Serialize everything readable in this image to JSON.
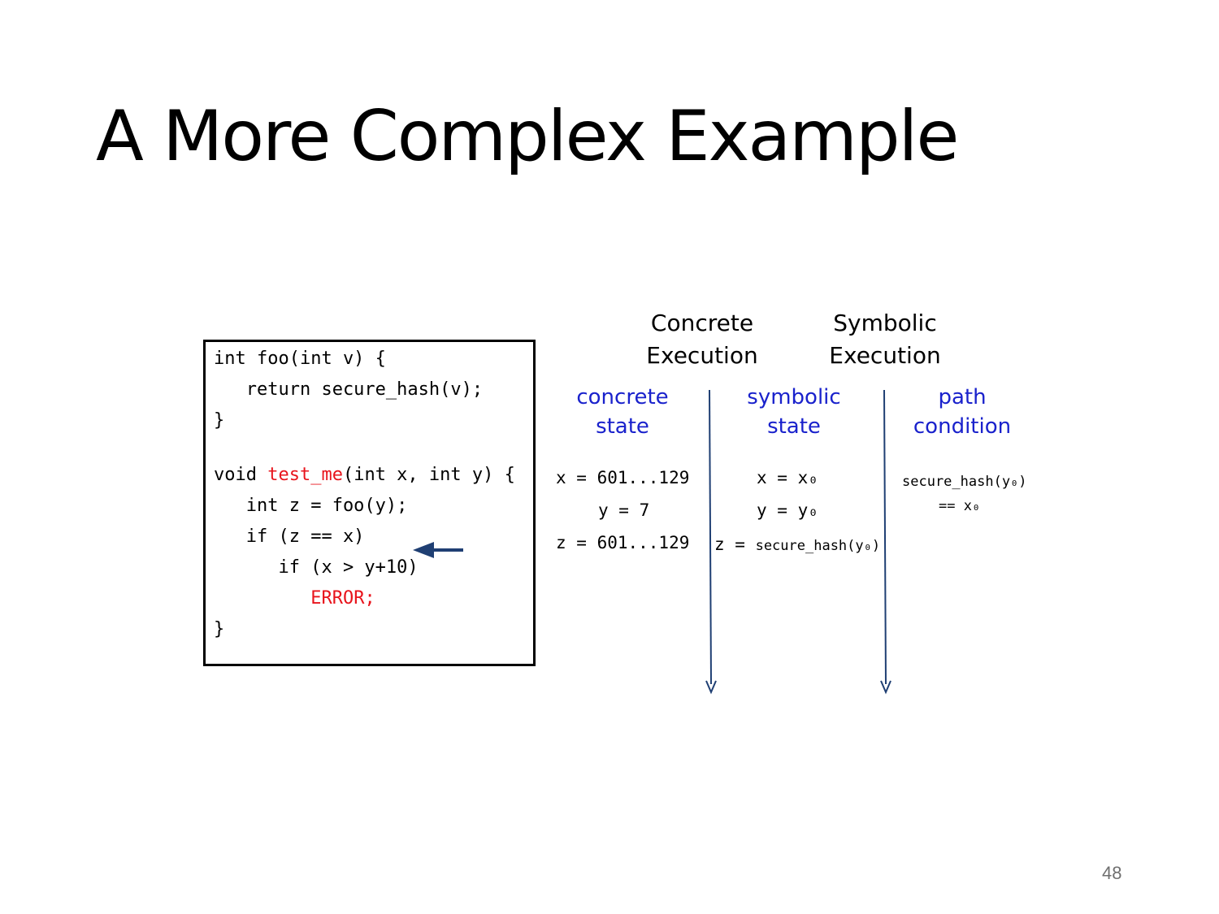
{
  "slide": {
    "title": "A More Complex Example",
    "page_number": "48"
  },
  "code": {
    "lines": [
      "int foo(int v) {",
      "   return secure_hash(v);",
      "}",
      "",
      "void ",
      "   int z = foo(y);",
      "   if (z == x)",
      "      if (x > y+10)",
      "         ",
      "}"
    ],
    "fn_name": "test_me",
    "fn_args": "(int x, int y) {",
    "error": "ERROR;"
  },
  "headers": {
    "concrete_line1": "Concrete",
    "concrete_line2": "Execution",
    "symbolic_line1": "Symbolic",
    "symbolic_line2": "Execution"
  },
  "columns": {
    "concrete_state_1": "concrete",
    "concrete_state_2": "state",
    "symbolic_state_1": "symbolic",
    "symbolic_state_2": "state",
    "path_condition_1": "path",
    "path_condition_2": "condition"
  },
  "concrete_state": {
    "x": "x = 601...129",
    "y": "y = 7",
    "z": "z = 601...129"
  },
  "symbolic_state": {
    "x": "x = x₀",
    "y": "y = y₀",
    "z_prefix": "z = ",
    "z_value": "secure_hash(y₀)"
  },
  "path_condition": {
    "line1": "secure_hash(y₀)",
    "line2": "== x₀"
  },
  "colors": {
    "arrow": "#1f3f73",
    "column_heading": "#1a22cc",
    "highlight_red": "#e8141c"
  }
}
